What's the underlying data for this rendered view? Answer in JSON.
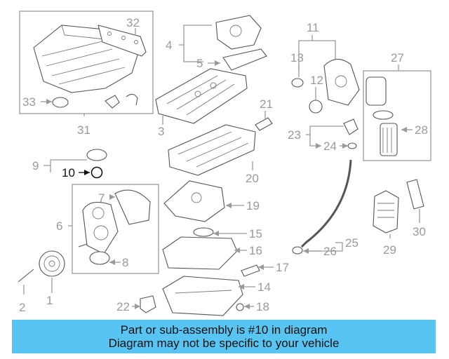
{
  "callouts": {
    "c1": "1",
    "c2": "2",
    "c3": "3",
    "c4": "4",
    "c5": "5",
    "c6": "6",
    "c7": "7",
    "c8": "8",
    "c9": "9",
    "c10": "10",
    "c11": "11",
    "c12": "12",
    "c13": "13",
    "c14": "14",
    "c15": "15",
    "c16": "16",
    "c17": "17",
    "c18": "18",
    "c19": "19",
    "c20": "20",
    "c21": "21",
    "c22": "22",
    "c23": "23",
    "c24": "24",
    "c25": "25",
    "c26": "26",
    "c27": "27",
    "c28": "28",
    "c29": "29",
    "c30": "30",
    "c31": "31",
    "c32": "32",
    "c33": "33"
  },
  "highlight": {
    "part_number": "10",
    "color": "#111111"
  },
  "banner": {
    "line1": "Part or sub-assembly is #10 in diagram",
    "line2": "Diagram may not be specific to your vehicle",
    "color": "#57c4f2"
  }
}
